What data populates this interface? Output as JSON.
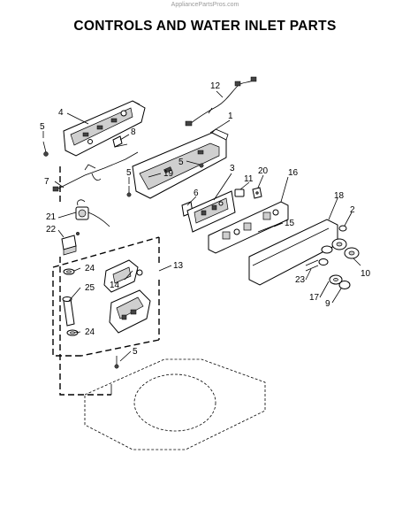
{
  "watermark": "AppliancePartsPros.com",
  "title": "CONTROLS AND WATER INLET PARTS",
  "callouts": {
    "c1": "1",
    "c2": "2",
    "c3": "3",
    "c4": "4",
    "c5a": "5",
    "c5b": "5",
    "c5c": "5",
    "c5d": "5",
    "c6": "6",
    "c7": "7",
    "c8": "8",
    "c9": "9",
    "c10": "10",
    "c11": "11",
    "c12": "12",
    "c13": "13",
    "c14": "14",
    "c15": "15",
    "c16": "16",
    "c17": "17",
    "c18": "18",
    "c19": "19",
    "c20": "20",
    "c21": "21",
    "c22": "22",
    "c23": "23",
    "c24a": "24",
    "c24b": "24",
    "c25": "25"
  }
}
